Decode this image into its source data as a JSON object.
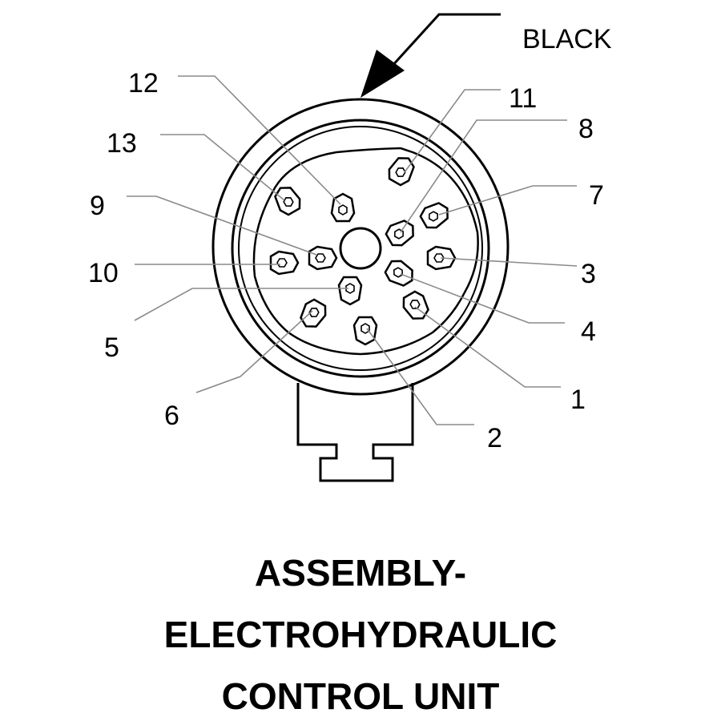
{
  "diagram": {
    "color_label": "BLACK",
    "title_lines": [
      "ASSEMBLY-",
      "ELECTROHYDRAULIC",
      "CONTROL UNIT"
    ],
    "callouts": [
      {
        "id": "12",
        "text": "12"
      },
      {
        "id": "13",
        "text": "13"
      },
      {
        "id": "9",
        "text": "9"
      },
      {
        "id": "10",
        "text": "10"
      },
      {
        "id": "5",
        "text": "5"
      },
      {
        "id": "6",
        "text": "6"
      },
      {
        "id": "11",
        "text": "11"
      },
      {
        "id": "8",
        "text": "8"
      },
      {
        "id": "7",
        "text": "7"
      },
      {
        "id": "3",
        "text": "3"
      },
      {
        "id": "4",
        "text": "4"
      },
      {
        "id": "1",
        "text": "1"
      },
      {
        "id": "2",
        "text": "2"
      }
    ],
    "colors": {
      "ink": "#000000",
      "leader": "#8a8a8a",
      "background": "#ffffff"
    }
  }
}
